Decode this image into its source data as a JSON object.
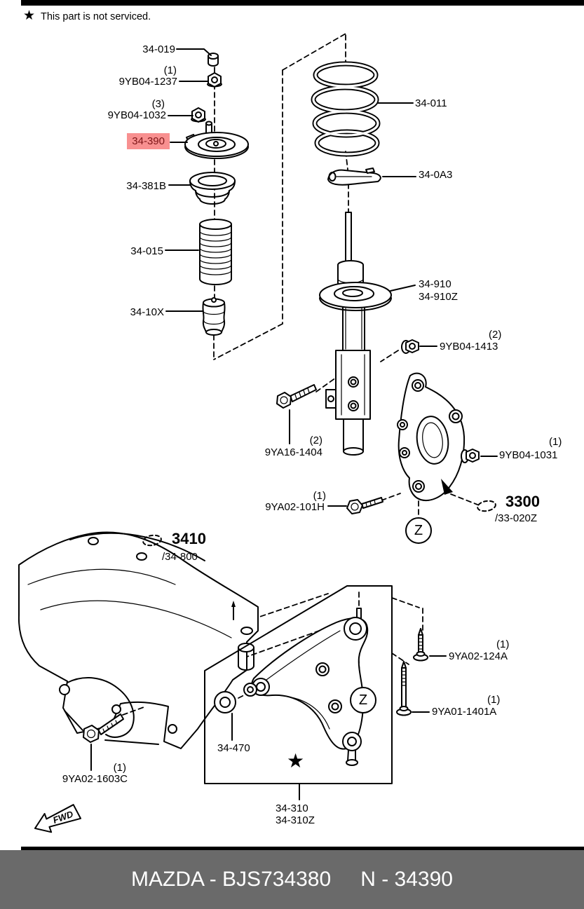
{
  "note": {
    "symbol": "★",
    "text": "This part is not serviced."
  },
  "markers": {
    "z": "Z"
  },
  "fwd": {
    "label": "FWD"
  },
  "footer": {
    "left": "MAZDA - BJS734380",
    "right": "N - 34390"
  },
  "colors": {
    "highlight_bg": "#f89090",
    "highlight_text": "#7d1416",
    "footer_bg": "#6a6a6a",
    "footer_text": "#ffffff",
    "line": "#000000",
    "paper": "#ffffff"
  },
  "parts": {
    "cap": {
      "code": "34-019"
    },
    "nut_1237": {
      "qty": "(1)",
      "code": "9YB04-1237"
    },
    "nut_1032": {
      "qty": "(3)",
      "code": "9YB04-1032"
    },
    "mount": {
      "code": "34-390",
      "highlighted": true
    },
    "bearing": {
      "code": "34-381B"
    },
    "boot": {
      "code": "34-015"
    },
    "bump_stop": {
      "code": "34-10X"
    },
    "spring": {
      "code": "34-011"
    },
    "spring_seat": {
      "code": "34-0A3"
    },
    "strut": {
      "code": "34-910",
      "code2": "34-910Z"
    },
    "nut_1413": {
      "qty": "(2)",
      "code": "9YB04-1413"
    },
    "bolt_1404": {
      "qty": "(2)",
      "code": "9YA16-1404"
    },
    "nut_1031": {
      "qty": "(1)",
      "code": "9YB04-1031"
    },
    "bolt_101h": {
      "qty": "(1)",
      "code": "9YA02-101H"
    },
    "knuckle_ref": {
      "code": "3300",
      "code2": "/33-020Z"
    },
    "subframe_ref": {
      "code": "3410",
      "code2": "/34-800"
    },
    "screw_124a": {
      "qty": "(1)",
      "code": "9YA02-124A"
    },
    "bolt_1401a": {
      "qty": "(1)",
      "code": "9YA01-1401A"
    },
    "bushing": {
      "code": "34-470"
    },
    "arm": {
      "code": "34-310",
      "code2": "34-310Z",
      "symbol": "★"
    },
    "bolt_1603c": {
      "qty": "(1)",
      "code": "9YA02-1603C"
    }
  }
}
